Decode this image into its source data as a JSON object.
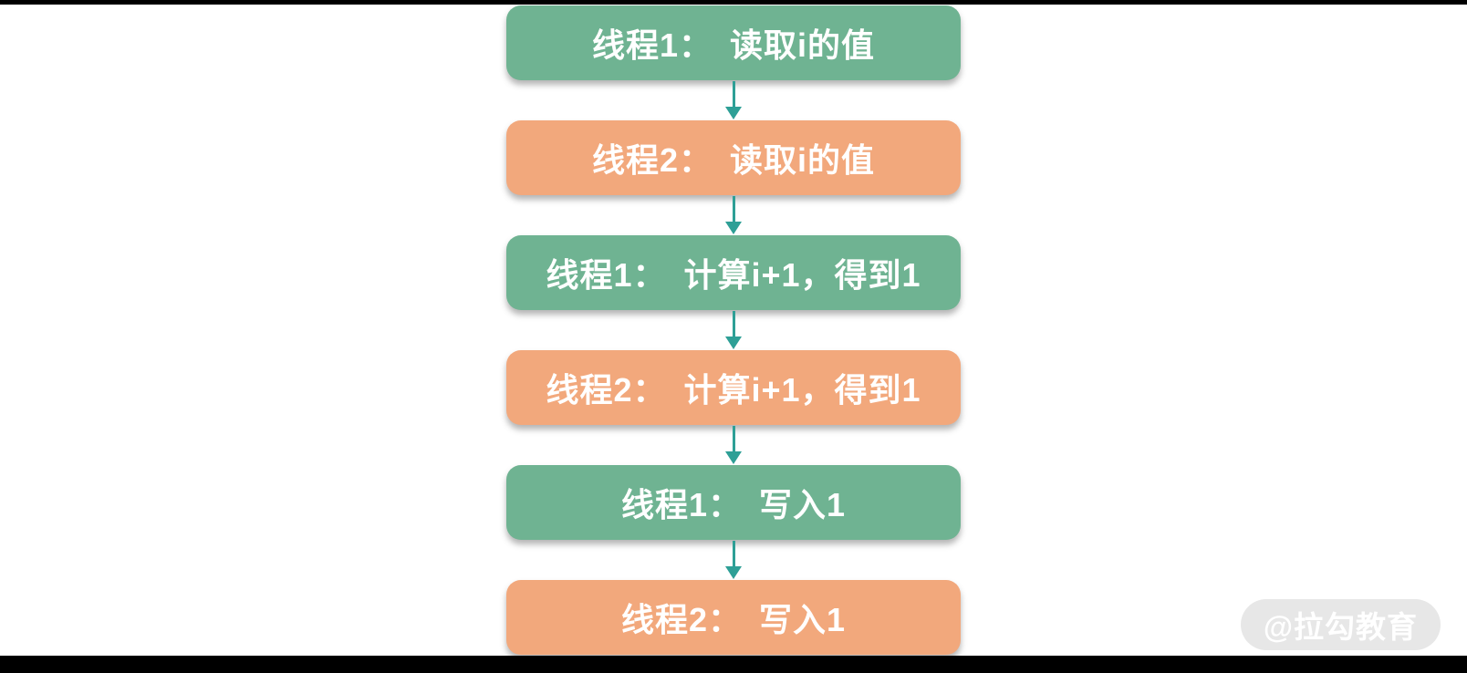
{
  "diagram": {
    "description": "Two threads interleaving read/compute/write on variable i",
    "steps": [
      {
        "thread": "线程1",
        "action": "读取i的值",
        "label": "线程1：　读取i的值",
        "color_key": "thread1"
      },
      {
        "thread": "线程2",
        "action": "读取i的值",
        "label": "线程2：　读取i的值",
        "color_key": "thread2"
      },
      {
        "thread": "线程1",
        "action": "计算i+1，得到1",
        "label": "线程1：　计算i+1，得到1",
        "color_key": "thread1"
      },
      {
        "thread": "线程2",
        "action": "计算i+1，得到1",
        "label": "线程2：　计算i+1，得到1",
        "color_key": "thread2"
      },
      {
        "thread": "线程1",
        "action": "写入1",
        "label": "线程1：　写入1",
        "color_key": "thread1"
      },
      {
        "thread": "线程2",
        "action": "写入1",
        "label": "线程2：　写入1",
        "color_key": "thread2"
      }
    ],
    "connector": "arrow-down"
  },
  "colors": {
    "thread1": "#6FB392",
    "thread2": "#F2A87C",
    "arrow": "#2E9F96",
    "watermark_bg": "#E7E7E7",
    "watermark_text": "#FFFFFF",
    "frame_bars": "#000000",
    "background": "#FFFFFF"
  },
  "watermark": {
    "label": "@拉勾教育"
  }
}
